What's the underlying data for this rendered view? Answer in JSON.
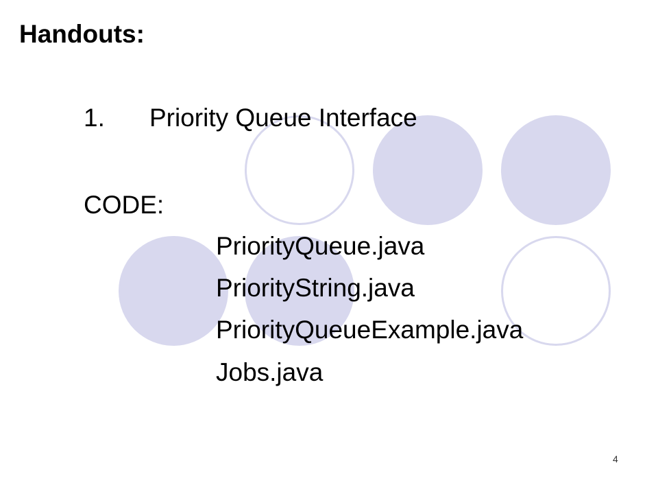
{
  "slide": {
    "heading": "Handouts:",
    "list_item": {
      "number": "1.",
      "label": "Priority Queue Interface"
    },
    "code_label": "CODE:",
    "files": [
      "PriorityQueue.java",
      "PriorityString.java",
      "PriorityQueueExample.java",
      "Jobs.java"
    ],
    "page_number": "4"
  },
  "colors": {
    "circle": "#d8d8ee",
    "text": "#000000",
    "background": "#ffffff"
  }
}
